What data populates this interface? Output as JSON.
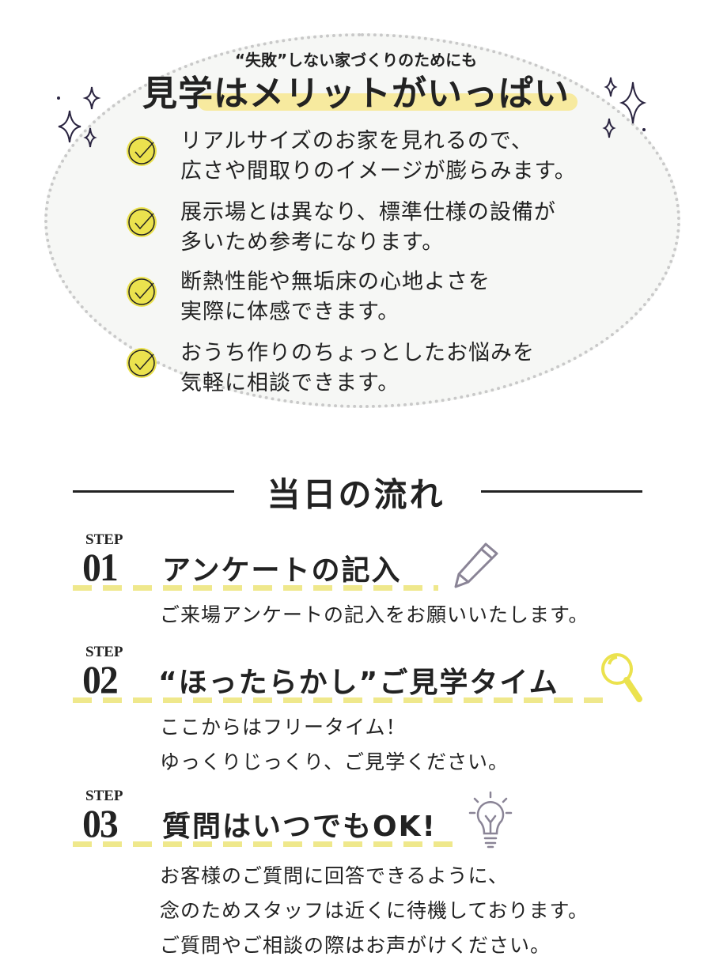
{
  "merits": {
    "subtitle": "“失敗”しない家づくりのためにも",
    "title": "見学はメリットがいっぱい",
    "items": [
      {
        "line1": "リアルサイズのお家を見れるので、",
        "line2": "広さや間取りのイメージが膨らみます。"
      },
      {
        "line1": "展示場とは異なり、標準仕様の設備が",
        "line2": "多いため参考になります。"
      },
      {
        "line1": "断熱性能や無垢床の心地よさを",
        "line2": "実際に体感できます。"
      },
      {
        "line1": "おうち作りのちょっとしたお悩みを",
        "line2": "気軽に相談できます。"
      }
    ]
  },
  "flow": {
    "title": "当日の流れ",
    "steps": [
      {
        "label": "STEP",
        "num": "01",
        "title": "アンケートの記入",
        "icon": "pencil-icon",
        "lines": [
          "ご来場アンケートの記入をお願いいたします。"
        ]
      },
      {
        "label": "STEP",
        "num": "02",
        "title": "“ほったらかし”ご見学タイム",
        "icon": "magnifier-icon",
        "lines": [
          "ここからはフリータイム！",
          "ゆっくりじっくり、ご見学ください。"
        ]
      },
      {
        "label": "STEP",
        "num": "03",
        "title": "質問はいつでもOK!",
        "icon": "lightbulb-icon",
        "lines": [
          "お客様のご質問に回答できるように、",
          "念のためスタッフは近くに待機しております。",
          "ご質問やご相談の際はお声がけください。"
        ]
      }
    ]
  },
  "colors": {
    "accent": "#ebe24e",
    "dash": "#efe88c",
    "ink": "#222222",
    "sparkle": "#2a2440"
  }
}
